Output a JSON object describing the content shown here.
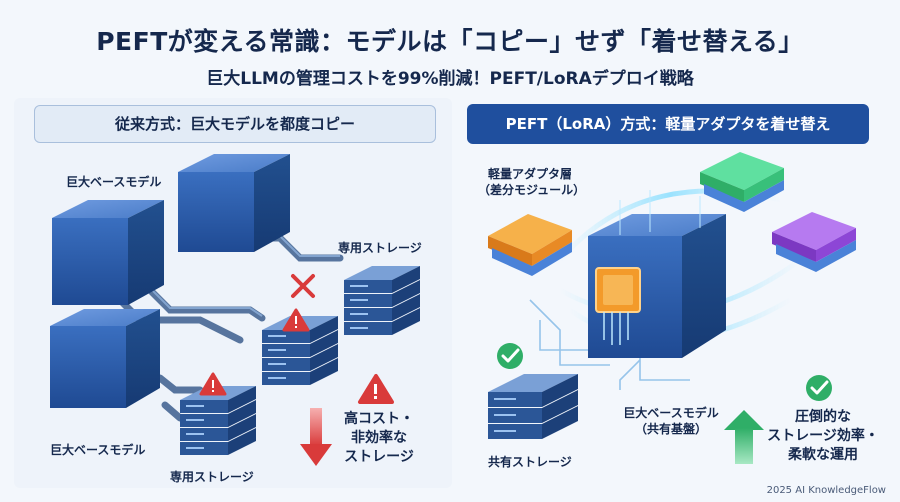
{
  "title": "PEFTが変える常識：モデルは「コピー」せず「着せ替える」",
  "subtitle": "巨大LLMの管理コストを99%削減！PEFT/LoRAデプロイ戦略",
  "left": {
    "header": "従来方式：巨大モデルを都度コピー",
    "model_label_top": "巨大ベースモデル",
    "model_label_bottom": "巨大ベースモデル",
    "storage_label_top": "専用ストレージ",
    "storage_label_bottom": "専用ストレージ",
    "warning_lines": [
      "高コスト・",
      "非効率な",
      "ストレージ"
    ]
  },
  "right": {
    "header": "PEFT（LoRA）方式：軽量アダプタを着せ替え",
    "adapter_label_lines": [
      "軽量アダプタ層",
      "（差分モジュール）"
    ],
    "base_model_lines": [
      "巨大ベースモデル",
      "（共有基盤）"
    ],
    "shared_storage_label": "共有ストレージ",
    "benefit_lines": [
      "圧倒的な",
      "ストレージ効率・",
      "柔軟な運用"
    ]
  },
  "footer": "2025 AI KnowledgeFlow",
  "colors": {
    "navy": "#15284d",
    "accent_blue": "#1f4f9e",
    "cube": "#2d5fae",
    "warning_red": "#d93a3a",
    "check_green": "#2fae67",
    "adapter_orange": "#f39a2a",
    "adapter_green": "#3fd08a",
    "adapter_purple": "#9a4ee0"
  }
}
